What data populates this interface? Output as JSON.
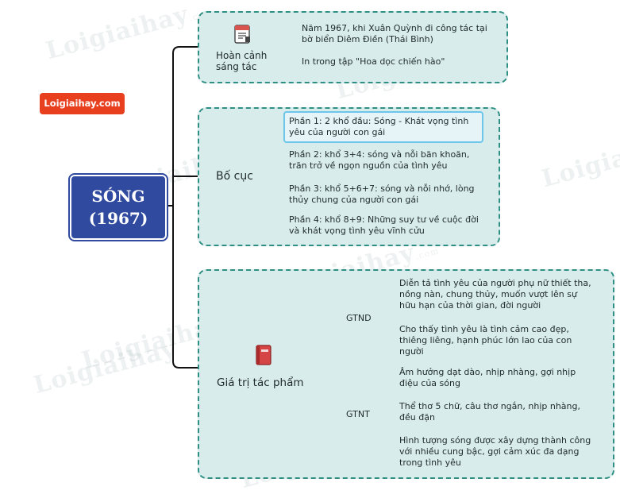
{
  "center": {
    "line1": "SÓNG",
    "line2": "(1967)"
  },
  "badge": "Loigiaihay.com",
  "watermark": "Loigiaihay",
  "watermark_suffix": ".com",
  "branches": {
    "hoan_canh": {
      "label_line1": "Hoàn cảnh",
      "label_line2": "sáng tác",
      "items": [
        {
          "line1": "Năm 1967, khi Xuân Quỳnh đi công tác tại",
          "line2": "bờ biển Diêm Điền (Thái Bình)"
        },
        {
          "line1": "In trong tập \"Hoa dọc chiến hào\"",
          "line2": ""
        }
      ]
    },
    "bo_cuc": {
      "label": "Bố cục",
      "items": [
        {
          "line1": "Phần 1: 2 khổ đầu: Sóng - Khát vọng tình",
          "line2": "yêu của người con gái"
        },
        {
          "line1": "Phần 2: khổ 3+4: sóng và nỗi băn khoăn,",
          "line2": "trăn trở về ngọn nguồn của tình yêu"
        },
        {
          "line1": "Phần 3: khổ 5+6+7: sóng và nỗi nhớ, lòng",
          "line2": "thủy chung của người con gái"
        },
        {
          "line1": "Phần 4: khổ 8+9: Những suy tư về cuộc đời",
          "line2": "và khát vọng tình yêu vĩnh cửu"
        }
      ]
    },
    "gia_tri": {
      "label": "Giá trị tác phẩm",
      "gtnd": {
        "label": "GTND",
        "items": [
          {
            "line1": "Diễn tả tình yêu của người phụ nữ thiết tha,",
            "line2": "nồng nàn, chung thủy, muốn vượt lên sự",
            "line3": "hữu hạn của thời gian, đời người"
          },
          {
            "line1": "Cho thấy tình yêu là tình cảm cao đẹp,",
            "line2": "thiêng liêng, hạnh phúc lớn lao của con",
            "line3": "người"
          }
        ]
      },
      "gtnt": {
        "label": "GTNT",
        "items": [
          {
            "line1": "Âm hưởng dạt dào, nhịp nhàng, gợi nhịp",
            "line2": "điệu của sóng",
            "line3": ""
          },
          {
            "line1": "Thể thơ 5 chữ, câu thơ ngắn, nhịp nhàng,",
            "line2": "đều đặn",
            "line3": ""
          },
          {
            "line1": "Hình tượng sóng được xây dựng thành công",
            "line2": "với nhiều cung bậc, gợi cảm xúc đa dạng",
            "line3": "trong tình yêu"
          }
        ]
      }
    }
  },
  "colors": {
    "center": "#2f4a9e",
    "box_fill": "#d9ecec",
    "box_border": "#2f8f83",
    "badge": "#e83f1f",
    "line": "#111111"
  },
  "icons": {
    "hoan_canh": "document-icon",
    "gia_tri": "book-icon"
  }
}
